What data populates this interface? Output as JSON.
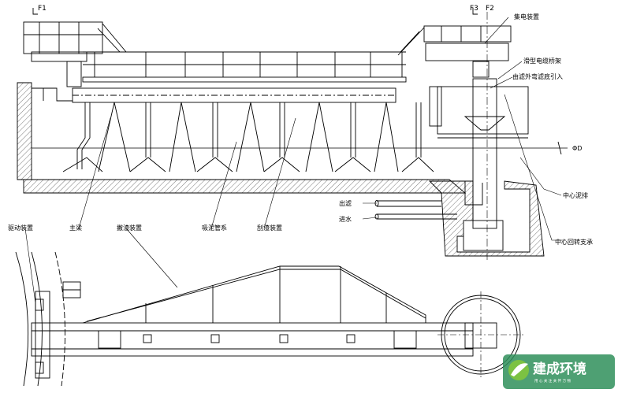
{
  "section_marks": {
    "f1": "F1",
    "f3": "F3",
    "f2": "F2"
  },
  "callouts": {
    "collector": "集电装置",
    "cable_drum": "滑型电缆桥架",
    "sludge_outlet": "由滤外弯滤底引入",
    "diameter": "ΦD",
    "outlet": "出滤",
    "inlet": "进水",
    "center_sludge": "中心泥排",
    "center_rotating": "中心回转支承",
    "drive": "驱动装置",
    "main_bridge": "主梁",
    "scraper": "撇渣装置",
    "suction_pipe": "吸泥管系",
    "skimmer": "刮渣装置"
  },
  "watermark": {
    "brand": "建成环境",
    "slogan": "用 心 关 注   关 怀 万 物"
  },
  "colors": {
    "line": "#000000",
    "hatch": "#555555",
    "logo_bg": "#2f8f5a",
    "logo_leaf": "#7cc242"
  }
}
